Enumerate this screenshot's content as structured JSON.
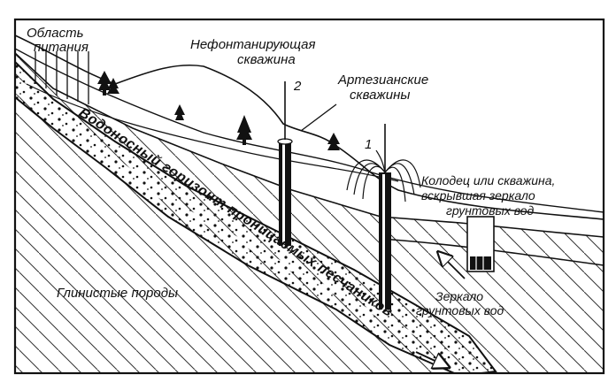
{
  "diagram": {
    "labels": {
      "recharge_area": [
        "Область",
        "питания"
      ],
      "non_flowing_well": [
        "Нефонтанирующая",
        "скважина"
      ],
      "artesian_wells": [
        "Артезианские",
        "скважины"
      ],
      "dug_well": [
        "Колодец или скважина,",
        "вскрывшая зеркало",
        "грунтовых вод"
      ],
      "water_table": [
        "Зеркало",
        "грунтовых вод"
      ],
      "clay_rocks": "Глинистые породы",
      "aquifer": "Водоносный горизонт проницаемых песчаников"
    },
    "well_numbers": {
      "non_flowing": "2",
      "artesian": "1"
    }
  }
}
